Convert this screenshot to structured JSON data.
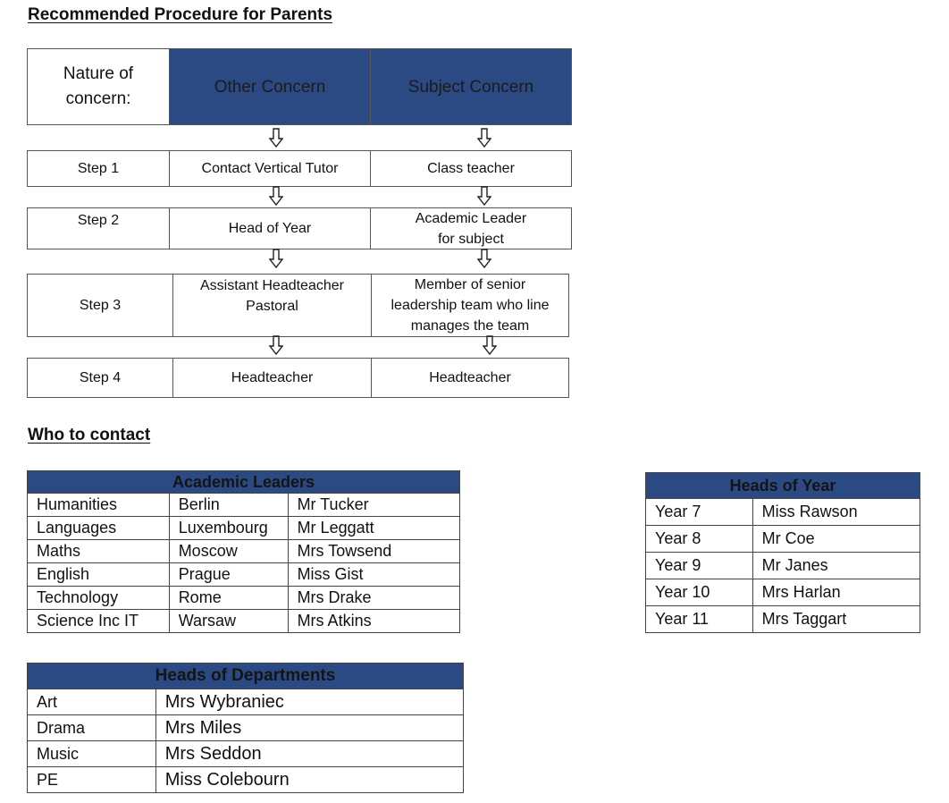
{
  "headings": {
    "procedure": "Recommended Procedure for Parents",
    "contact": "Who to contact"
  },
  "flow": {
    "nature_label": "Nature of concern:",
    "col_other": "Other Concern",
    "col_subject": "Subject Concern",
    "steps": [
      {
        "label": "Step 1",
        "other": "Contact Vertical Tutor",
        "subject": "Class teacher"
      },
      {
        "label": "Step 2",
        "other": "Head of Year",
        "subject": "Academic Leader\nfor subject"
      },
      {
        "label": "Step 3",
        "other": "Assistant Headteacher\nPastoral",
        "subject": "Member of senior\nleadership team who line\nmanages the team"
      },
      {
        "label": "Step 4",
        "other": "Headteacher",
        "subject": "Headteacher"
      }
    ],
    "arrow_icon": "down-outline-arrow-icon"
  },
  "academic_leaders": {
    "title": "Academic Leaders",
    "rows": [
      [
        "Humanities",
        "Berlin",
        "Mr Tucker"
      ],
      [
        "Languages",
        "Luxembourg",
        "Mr Leggatt"
      ],
      [
        "Maths",
        "Moscow",
        "Mrs Towsend"
      ],
      [
        "English",
        "Prague",
        "Miss Gist"
      ],
      [
        "Technology",
        "Rome",
        "Mrs Drake"
      ],
      [
        "Science Inc IT",
        "Warsaw",
        "Mrs Atkins"
      ]
    ]
  },
  "heads_of_year": {
    "title": "Heads of Year",
    "rows": [
      [
        "Year 7",
        "Miss Rawson"
      ],
      [
        "Year 8",
        "Mr Coe"
      ],
      [
        "Year 9",
        "Mr Janes"
      ],
      [
        "Year 10",
        "Mrs Harlan"
      ],
      [
        "Year 11",
        "Mrs Taggart"
      ]
    ]
  },
  "heads_of_departments": {
    "title": "Heads of Departments",
    "rows": [
      [
        "Art",
        "Mrs Wybraniec"
      ],
      [
        "Drama",
        "Mrs Miles"
      ],
      [
        "Music",
        "Mrs Seddon"
      ],
      [
        "PE",
        "Miss Colebourn"
      ]
    ]
  },
  "colors": {
    "header_blue": "#2b4a83",
    "border": "#555555"
  }
}
